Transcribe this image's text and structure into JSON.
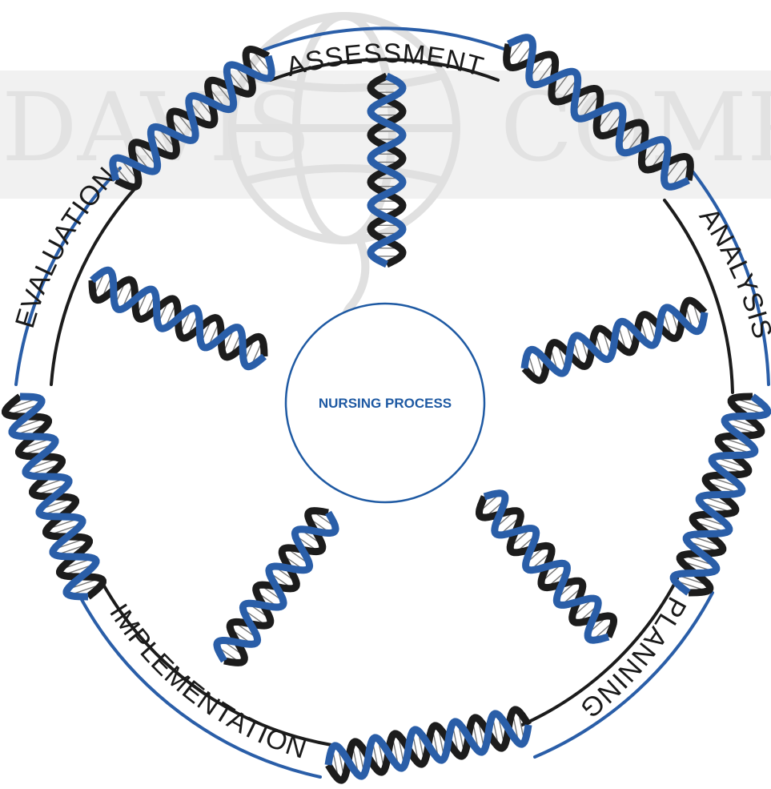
{
  "watermark": {
    "left_text": "DAVIS",
    "right_text": "COMPA"
  },
  "center": {
    "label": "NURSING PROCESS"
  },
  "phases": [
    {
      "label": "ASSESSMENT"
    },
    {
      "label": "ANALYSIS"
    },
    {
      "label": "PLANNING"
    },
    {
      "label": "IMPLEMENTATION"
    },
    {
      "label": "EVALUATION"
    }
  ],
  "colors": {
    "helix_blue": "#2a5ea8",
    "helix_black": "#1c1c1c",
    "center_text": "#1f5aa3",
    "watermark": "#e2e2e2"
  },
  "icons": {
    "watermark_emblem": "globe-emblem-icon",
    "ring_helix": "dna-helix-icon",
    "spoke_helix": "dna-helix-icon"
  }
}
